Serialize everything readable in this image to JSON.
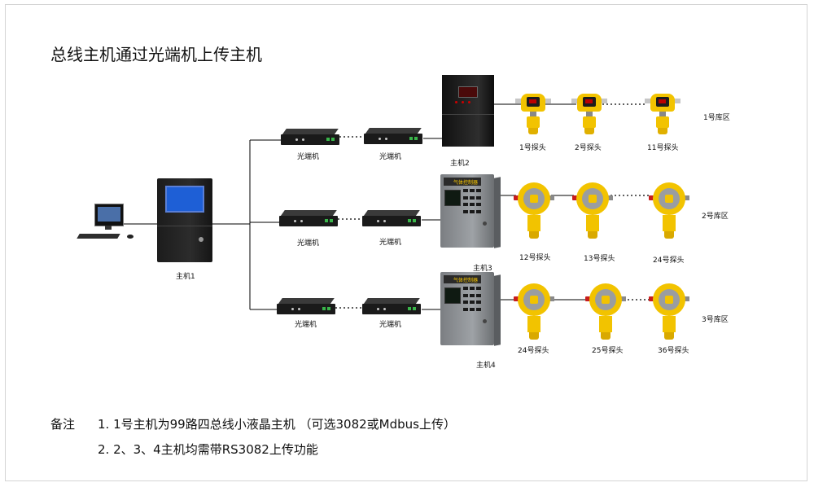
{
  "title": "总线主机通过光端机上传主机",
  "hosts": {
    "host1": "主机1",
    "host2": "主机2",
    "host3": "主机3",
    "host4": "主机4"
  },
  "transceiver_label": "光端机",
  "controller_panel_text": "气体控制器",
  "rows": [
    {
      "zone": "1号库区",
      "probes": [
        "1号探头",
        "2号探头",
        "11号探头"
      ]
    },
    {
      "zone": "2号库区",
      "probes": [
        "12号探头",
        "13号探头",
        "24号探头"
      ]
    },
    {
      "zone": "3号库区",
      "probes": [
        "24号探头",
        "25号探头",
        "36号探头"
      ]
    }
  ],
  "notes": {
    "prefix": "备注",
    "line1": "1. 1号主机为99路四总线小液晶主机 （可选3082或Mdbus上传）",
    "line2": "2. 2、3、4主机均需带RS3082上传功能"
  },
  "colors": {
    "detector_yellow": "#f2c300",
    "cabinet_black": "#1c1c1c",
    "cabinet_gray": "#9ea2a6",
    "screen_blue": "#1e5fd6",
    "port_green": "#39b54a"
  }
}
